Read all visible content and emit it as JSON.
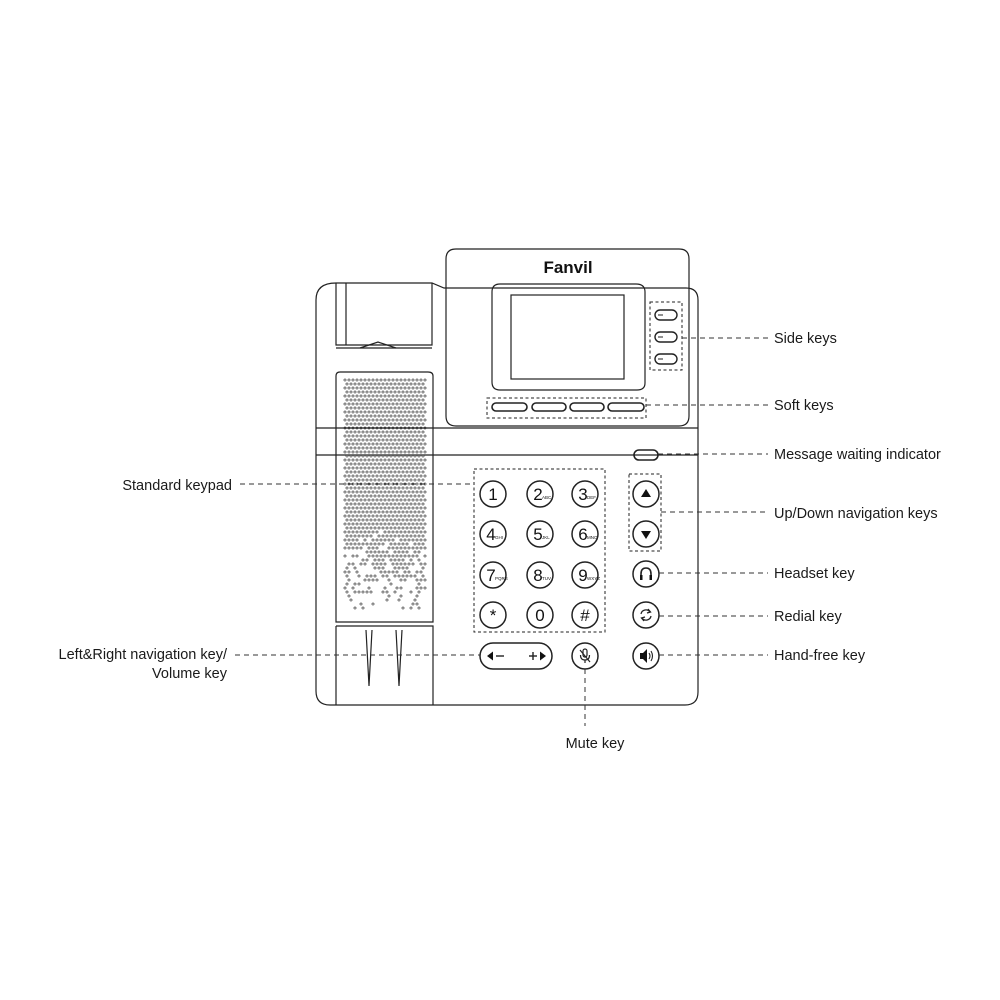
{
  "device": {
    "brand": "Fanvil"
  },
  "keypad": [
    {
      "digit": "1",
      "sub": ""
    },
    {
      "digit": "2",
      "sub": "ABC"
    },
    {
      "digit": "3",
      "sub": "DEF"
    },
    {
      "digit": "4",
      "sub": "GHI"
    },
    {
      "digit": "5",
      "sub": "JKL"
    },
    {
      "digit": "6",
      "sub": "MNO"
    },
    {
      "digit": "7",
      "sub": "PQRS"
    },
    {
      "digit": "8",
      "sub": "TUV"
    },
    {
      "digit": "9",
      "sub": "WXYZ"
    },
    {
      "digit": "*",
      "sub": ""
    },
    {
      "digit": "0",
      "sub": ""
    },
    {
      "digit": "#",
      "sub": ""
    }
  ],
  "labels": {
    "side_keys": "Side keys",
    "soft_keys": "Soft keys",
    "message_waiting": "Message waiting indicator",
    "standard_keypad": "Standard keypad",
    "updown_nav": "Up/Down navigation keys",
    "headset": "Headset key",
    "redial": "Redial key",
    "handfree": "Hand-free key",
    "leftright_line1": "Left&Right navigation key/",
    "leftright_line2": "Volume key",
    "mute": "Mute key"
  },
  "icons": {
    "up": "triangle-up-icon",
    "down": "triangle-down-icon",
    "headset": "headset-icon",
    "redial": "redial-icon",
    "handfree": "speaker-icon",
    "mute": "mic-mute-icon",
    "left": "left-arrow-icon",
    "right": "right-arrow-icon"
  }
}
